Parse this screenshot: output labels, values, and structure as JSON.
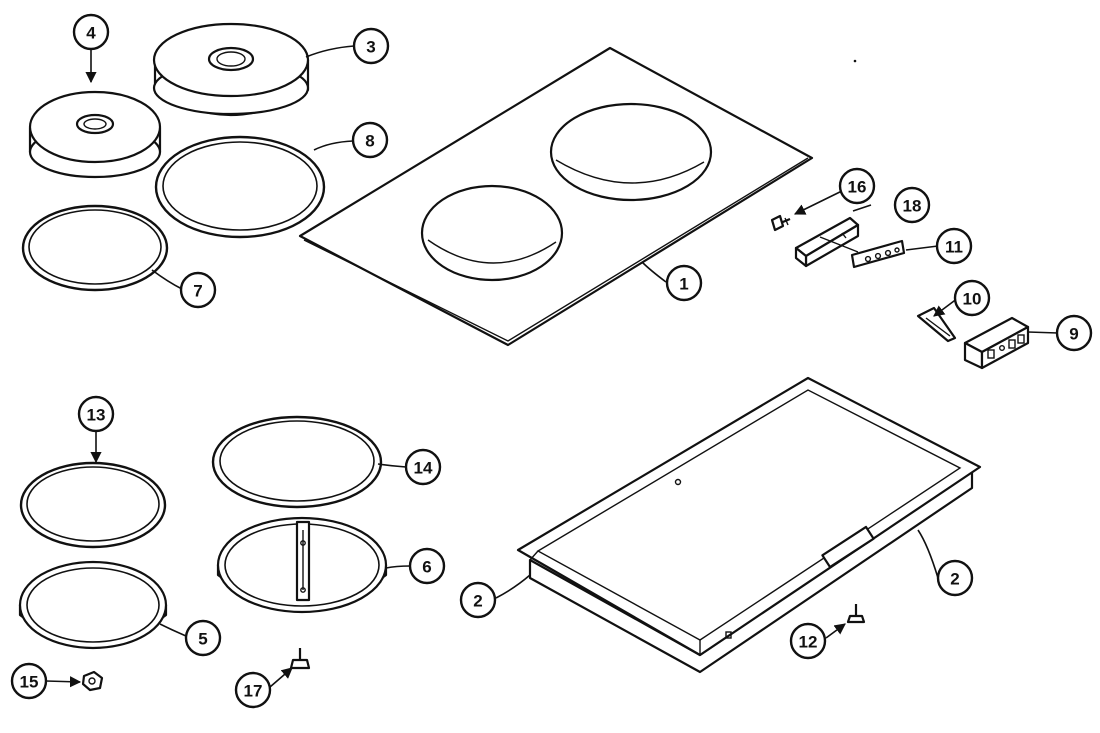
{
  "colors": {
    "line": "#111111",
    "background": "#ffffff"
  },
  "callouts": {
    "c1": "1",
    "c2a": "2",
    "c2b": "2",
    "c3": "3",
    "c4": "4",
    "c5": "5",
    "c6": "6",
    "c7": "7",
    "c8": "8",
    "c9": "9",
    "c10": "10",
    "c11": "11",
    "c12": "12",
    "c13": "13",
    "c14": "14",
    "c15": "15",
    "c16": "16",
    "c17": "17",
    "c18": "18"
  }
}
